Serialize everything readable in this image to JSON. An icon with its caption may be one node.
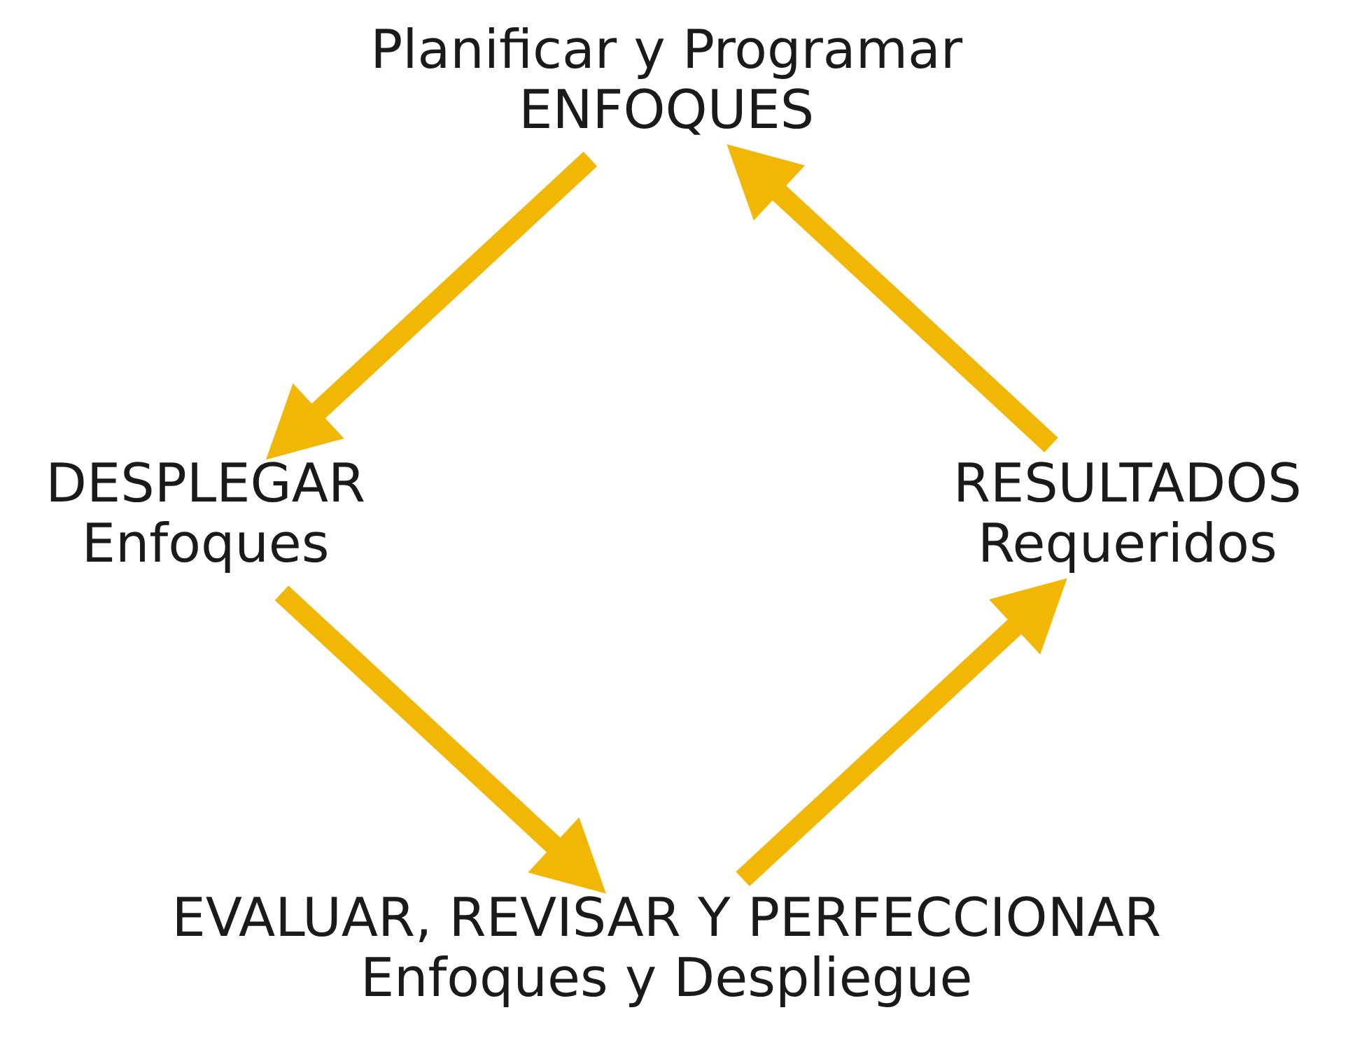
{
  "diagram": {
    "nodes": [
      {
        "text": [
          "Planificar y Programar",
          "ENFOQUES"
        ]
      },
      {
        "text": [
          "RESULTADOS",
          "Requeridos"
        ]
      },
      {
        "text": [
          "DESPLEGAR",
          "Enfoques"
        ]
      },
      {
        "text": [
          "EVALUAR, REVISAR Y PERFECCIONAR",
          "Enfoques y Despliegue"
        ]
      }
    ],
    "edges": [
      {
        "from": 1,
        "to": 0,
        "arrow": "to"
      },
      {
        "from": 0,
        "to": 2,
        "arrow": "to"
      },
      {
        "from": 2,
        "to": 3,
        "arrow": "to"
      },
      {
        "from": 3,
        "to": 1,
        "arrow": "to"
      }
    ]
  }
}
